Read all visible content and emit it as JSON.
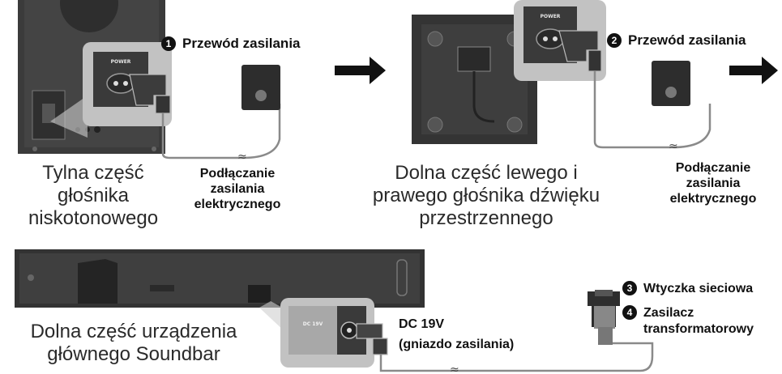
{
  "panel1": {
    "step_number": "1",
    "cable_label": "Przewód zasilania",
    "port_label": "POWER",
    "caption_lines": [
      "Tylna część",
      "głośnika",
      "niskotonowego"
    ],
    "outlet_lines": [
      "Podłączanie",
      "zasilania",
      "elektrycznego"
    ]
  },
  "panel2": {
    "step_number": "2",
    "cable_label": "Przewód zasilania",
    "port_label": "POWER",
    "caption_lines": [
      "Dolna część lewego i",
      "prawego głośnika dźwięku",
      "przestrzennego"
    ],
    "outlet_lines": [
      "Podłączanie",
      "zasilania",
      "elektrycznego"
    ]
  },
  "panel3": {
    "caption_lines": [
      "Dolna część urządzenia",
      "głównego Soundbar"
    ],
    "dc_port_label": "DC 19V",
    "dc_label_lines": [
      "DC 19V",
      "(gniazdo zasilania)"
    ],
    "step3_number": "3",
    "step3_label": "Wtyczka sieciowa",
    "step4_number": "4",
    "step4_label_lines": [
      "Zasilacz",
      "transformatorowy"
    ]
  },
  "colors": {
    "device_dark": "#3a3a3a",
    "device_mid": "#5a5a5a",
    "zoom_box": "#bdbdbd",
    "cable": "#8a8a8a",
    "arrow": "#111111"
  }
}
